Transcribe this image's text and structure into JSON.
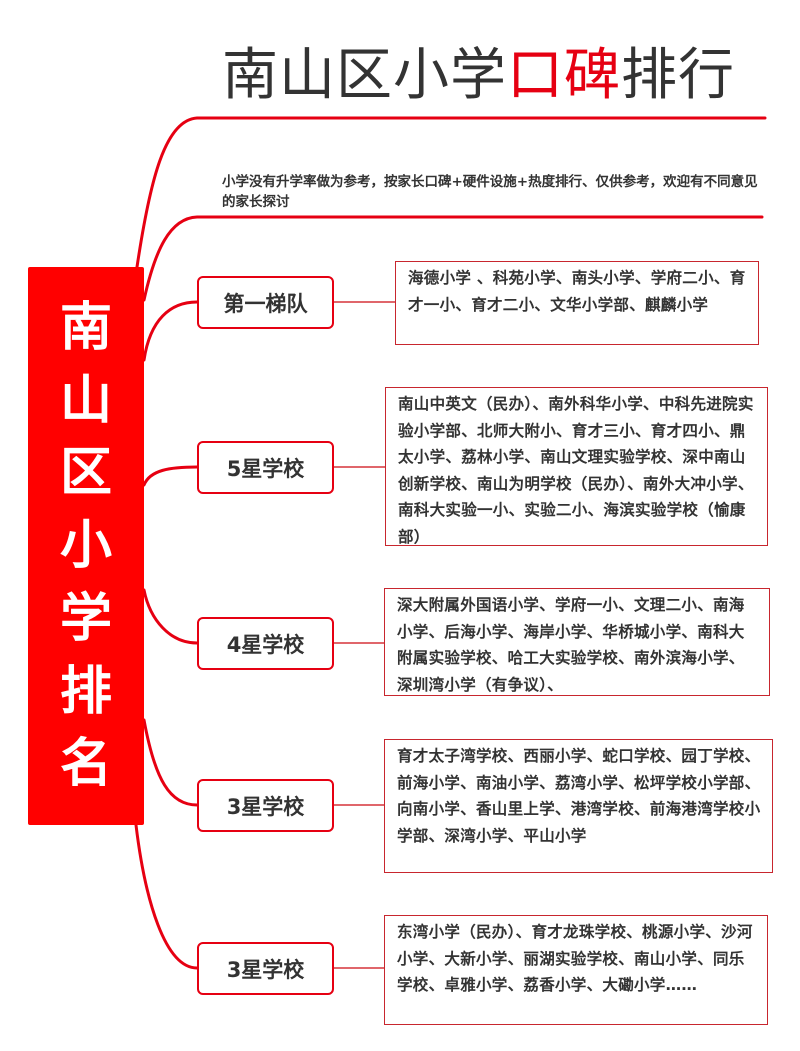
{
  "title": {
    "part1": "南山区小学",
    "highlight": "口碑",
    "part2": "排行"
  },
  "note": "小学没有升学率做为参考，按家长口碑+硬件设施+热度排行、仅供参考，欢迎有不同意见的家长探讨",
  "root": {
    "label": "南山区小学排名",
    "chars": [
      "南",
      "山",
      "区",
      "小",
      "学",
      "排",
      "名"
    ]
  },
  "colors": {
    "accent": "#e60012",
    "root_fill": "#ff0000",
    "text": "#333333",
    "content_border": "#c8262e"
  },
  "tiers": [
    {
      "label": "第一梯队",
      "schools": "海德小学 、科苑小学、南头小学、学府二小、育才一小、育才二小、文华小学部、麒麟小学"
    },
    {
      "label": "5星学校",
      "schools": "南山中英文（民办）、南外科华小学、中科先进院实验小学部、北师大附小、育才三小、育才四小、鼎太小学、荔林小学、南山文理实验学校、深中南山创新学校、南山为明学校（民办）、南外大冲小学、南科大实验一小、实验二小、海滨实验学校（愉康部）"
    },
    {
      "label": "4星学校",
      "schools": "深大附属外国语小学、学府一小、文理二小、南海小学、后海小学、海岸小学、华桥城小学、南科大附属实验学校、哈工大实验学校、南外滨海小学、深圳湾小学（有争议）、"
    },
    {
      "label": "3星学校",
      "schools": "育才太子湾学校、西丽小学、蛇口学校、园丁学校、前海小学、南油小学、荔湾小学、松坪学校小学部、向南小学、香山里上学、港湾学校、前海港湾学校小学部、深湾小学、平山小学"
    },
    {
      "label": "3星学校",
      "schools": "东湾小学（民办）、育才龙珠学校、桃源小学、沙河小学、大新小学、丽湖实验学校、南山小学、同乐学校、卓雅小学、荔香小学、大磡小学……"
    }
  ]
}
